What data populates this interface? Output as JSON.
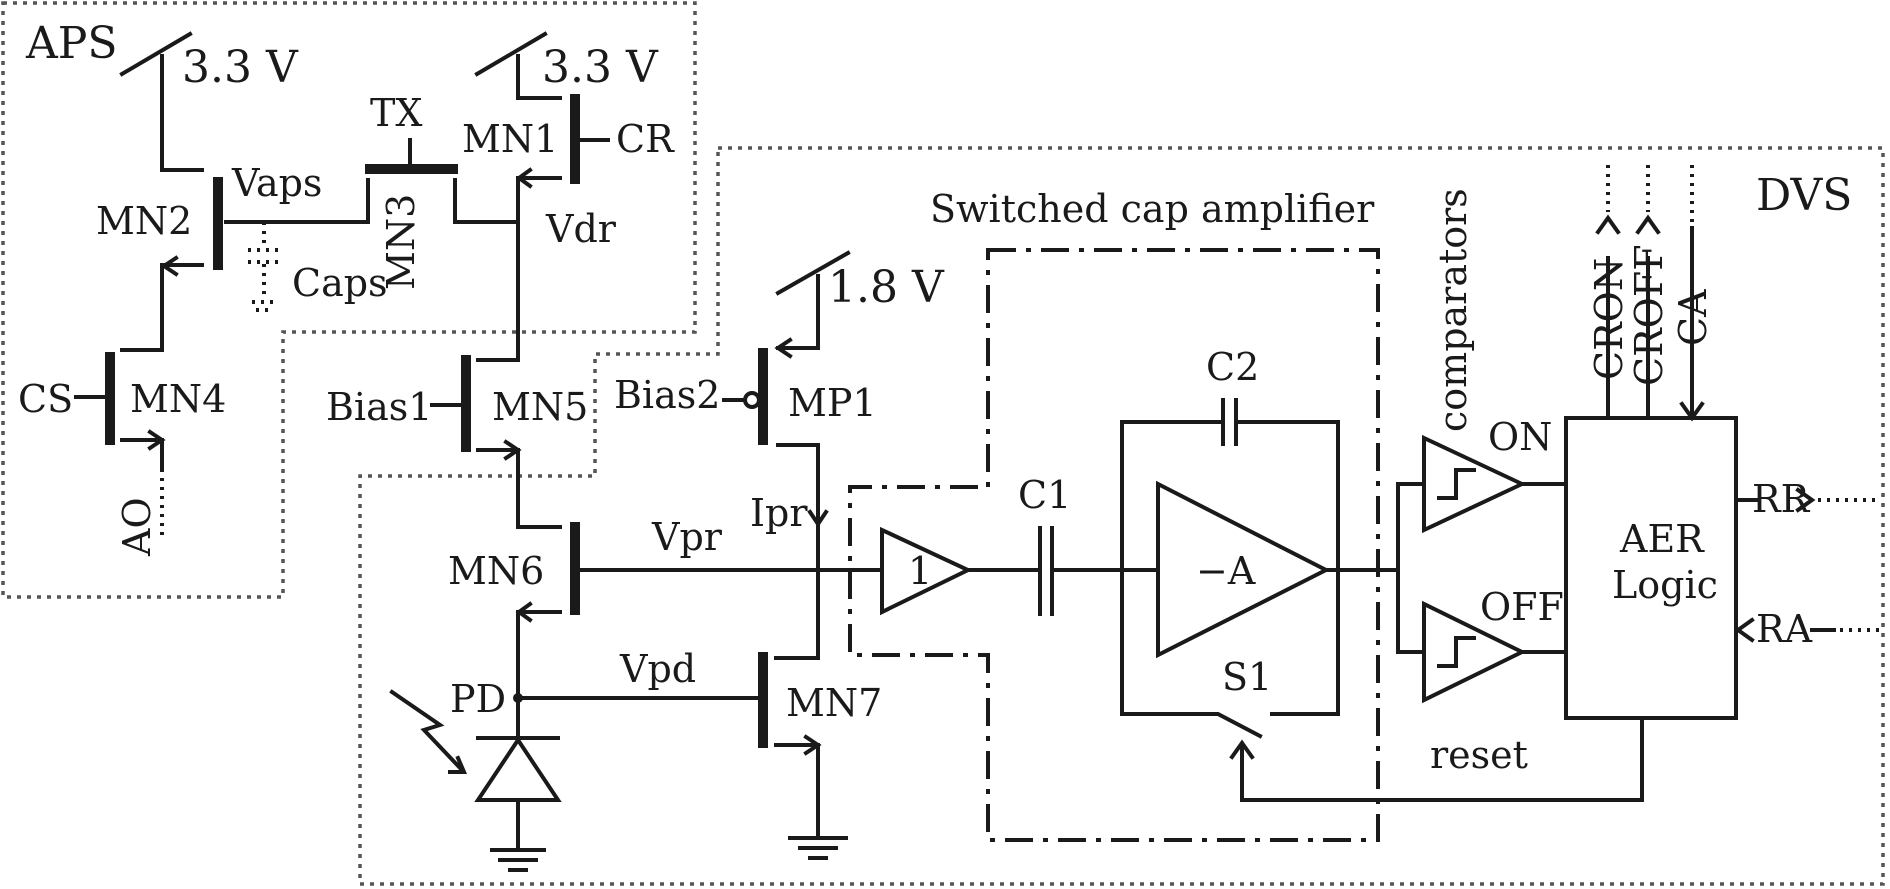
{
  "regions": {
    "aps": "APS",
    "dvs": "DVS",
    "sc_amp": "Switched cap amplifier",
    "comparators": "comparators"
  },
  "supplies": {
    "aps_left": "3.3 V",
    "aps_right": "3.3 V",
    "dvs": "1.8 V"
  },
  "transistors": {
    "mn1": "MN1",
    "mn2": "MN2",
    "mn3": "MN3",
    "mn4": "MN4",
    "mn5": "MN5",
    "mn6": "MN6",
    "mn7": "MN7",
    "mp1": "MP1"
  },
  "signals": {
    "tx": "TX",
    "cr": "CR",
    "vaps": "Vaps",
    "caps": "Caps",
    "vdr": "Vdr",
    "cs": "CS",
    "ao": "AO",
    "bias1": "Bias1",
    "bias2": "Bias2",
    "ipr": "Ipr",
    "vpr": "Vpr",
    "vpd": "Vpd",
    "pd": "PD",
    "c1": "C1",
    "c2": "C2",
    "s1": "S1",
    "reset": "reset",
    "buffer_gain": "1",
    "amp_gain": "−A",
    "on": "ON",
    "off": "OFF",
    "cron": "CRON",
    "croff": "CROFF",
    "ca": "CA",
    "rr": "RR",
    "ra": "RA"
  },
  "aer": {
    "line1": "AER",
    "line2": "Logic"
  }
}
